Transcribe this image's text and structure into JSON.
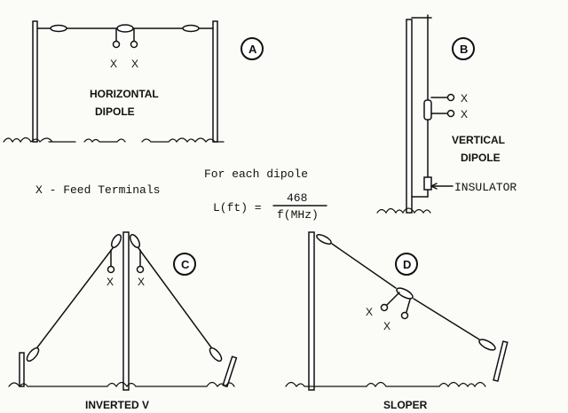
{
  "diagrams": {
    "a": {
      "letter": "A",
      "title_line1": "HORIZONTAL",
      "title_line2": "DIPOLE",
      "feed_left": "X",
      "feed_right": "X"
    },
    "b": {
      "letter": "B",
      "title_line1": "VERTICAL",
      "title_line2": "DIPOLE",
      "feed_top": "X",
      "feed_bottom": "X",
      "insulator_label": "INSULATOR"
    },
    "c": {
      "letter": "C",
      "title": "INVERTED V",
      "feed_left": "X",
      "feed_right": "X"
    },
    "d": {
      "letter": "D",
      "title": "SLOPER",
      "feed_left": "X",
      "feed_right": "X"
    }
  },
  "legend": {
    "feed_terminals": "X - Feed Terminals"
  },
  "formula": {
    "caption": "For each dipole",
    "lhs": "L(ft) =",
    "numerator": "468",
    "denominator": "f(MHz)"
  }
}
